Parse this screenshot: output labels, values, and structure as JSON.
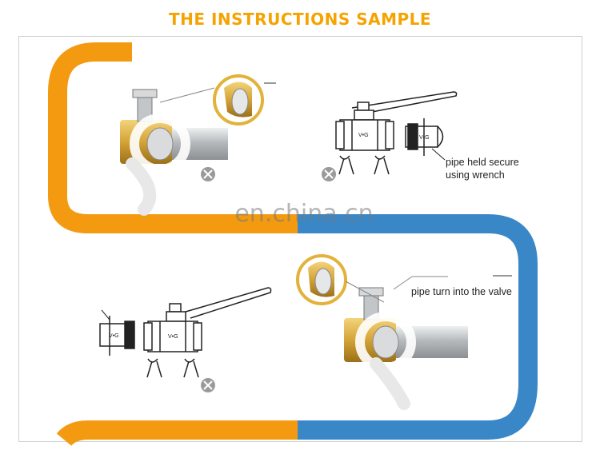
{
  "title": "THE INSTRUCTIONS SAMPLE",
  "watermark": "en.china.cn",
  "labels": {
    "pipe_secure_line1": "pipe held secure",
    "pipe_secure_line2": "using wrench",
    "pipe_turn": "pipe turn  into the valve",
    "valve_marking": "V•G"
  },
  "colors": {
    "title": "#f5a300",
    "orange": "#f39a11",
    "blue": "#3a87c8",
    "brass": "#d4a437",
    "pipe": "#b9bcc0",
    "frame": "#cfcfcf"
  }
}
